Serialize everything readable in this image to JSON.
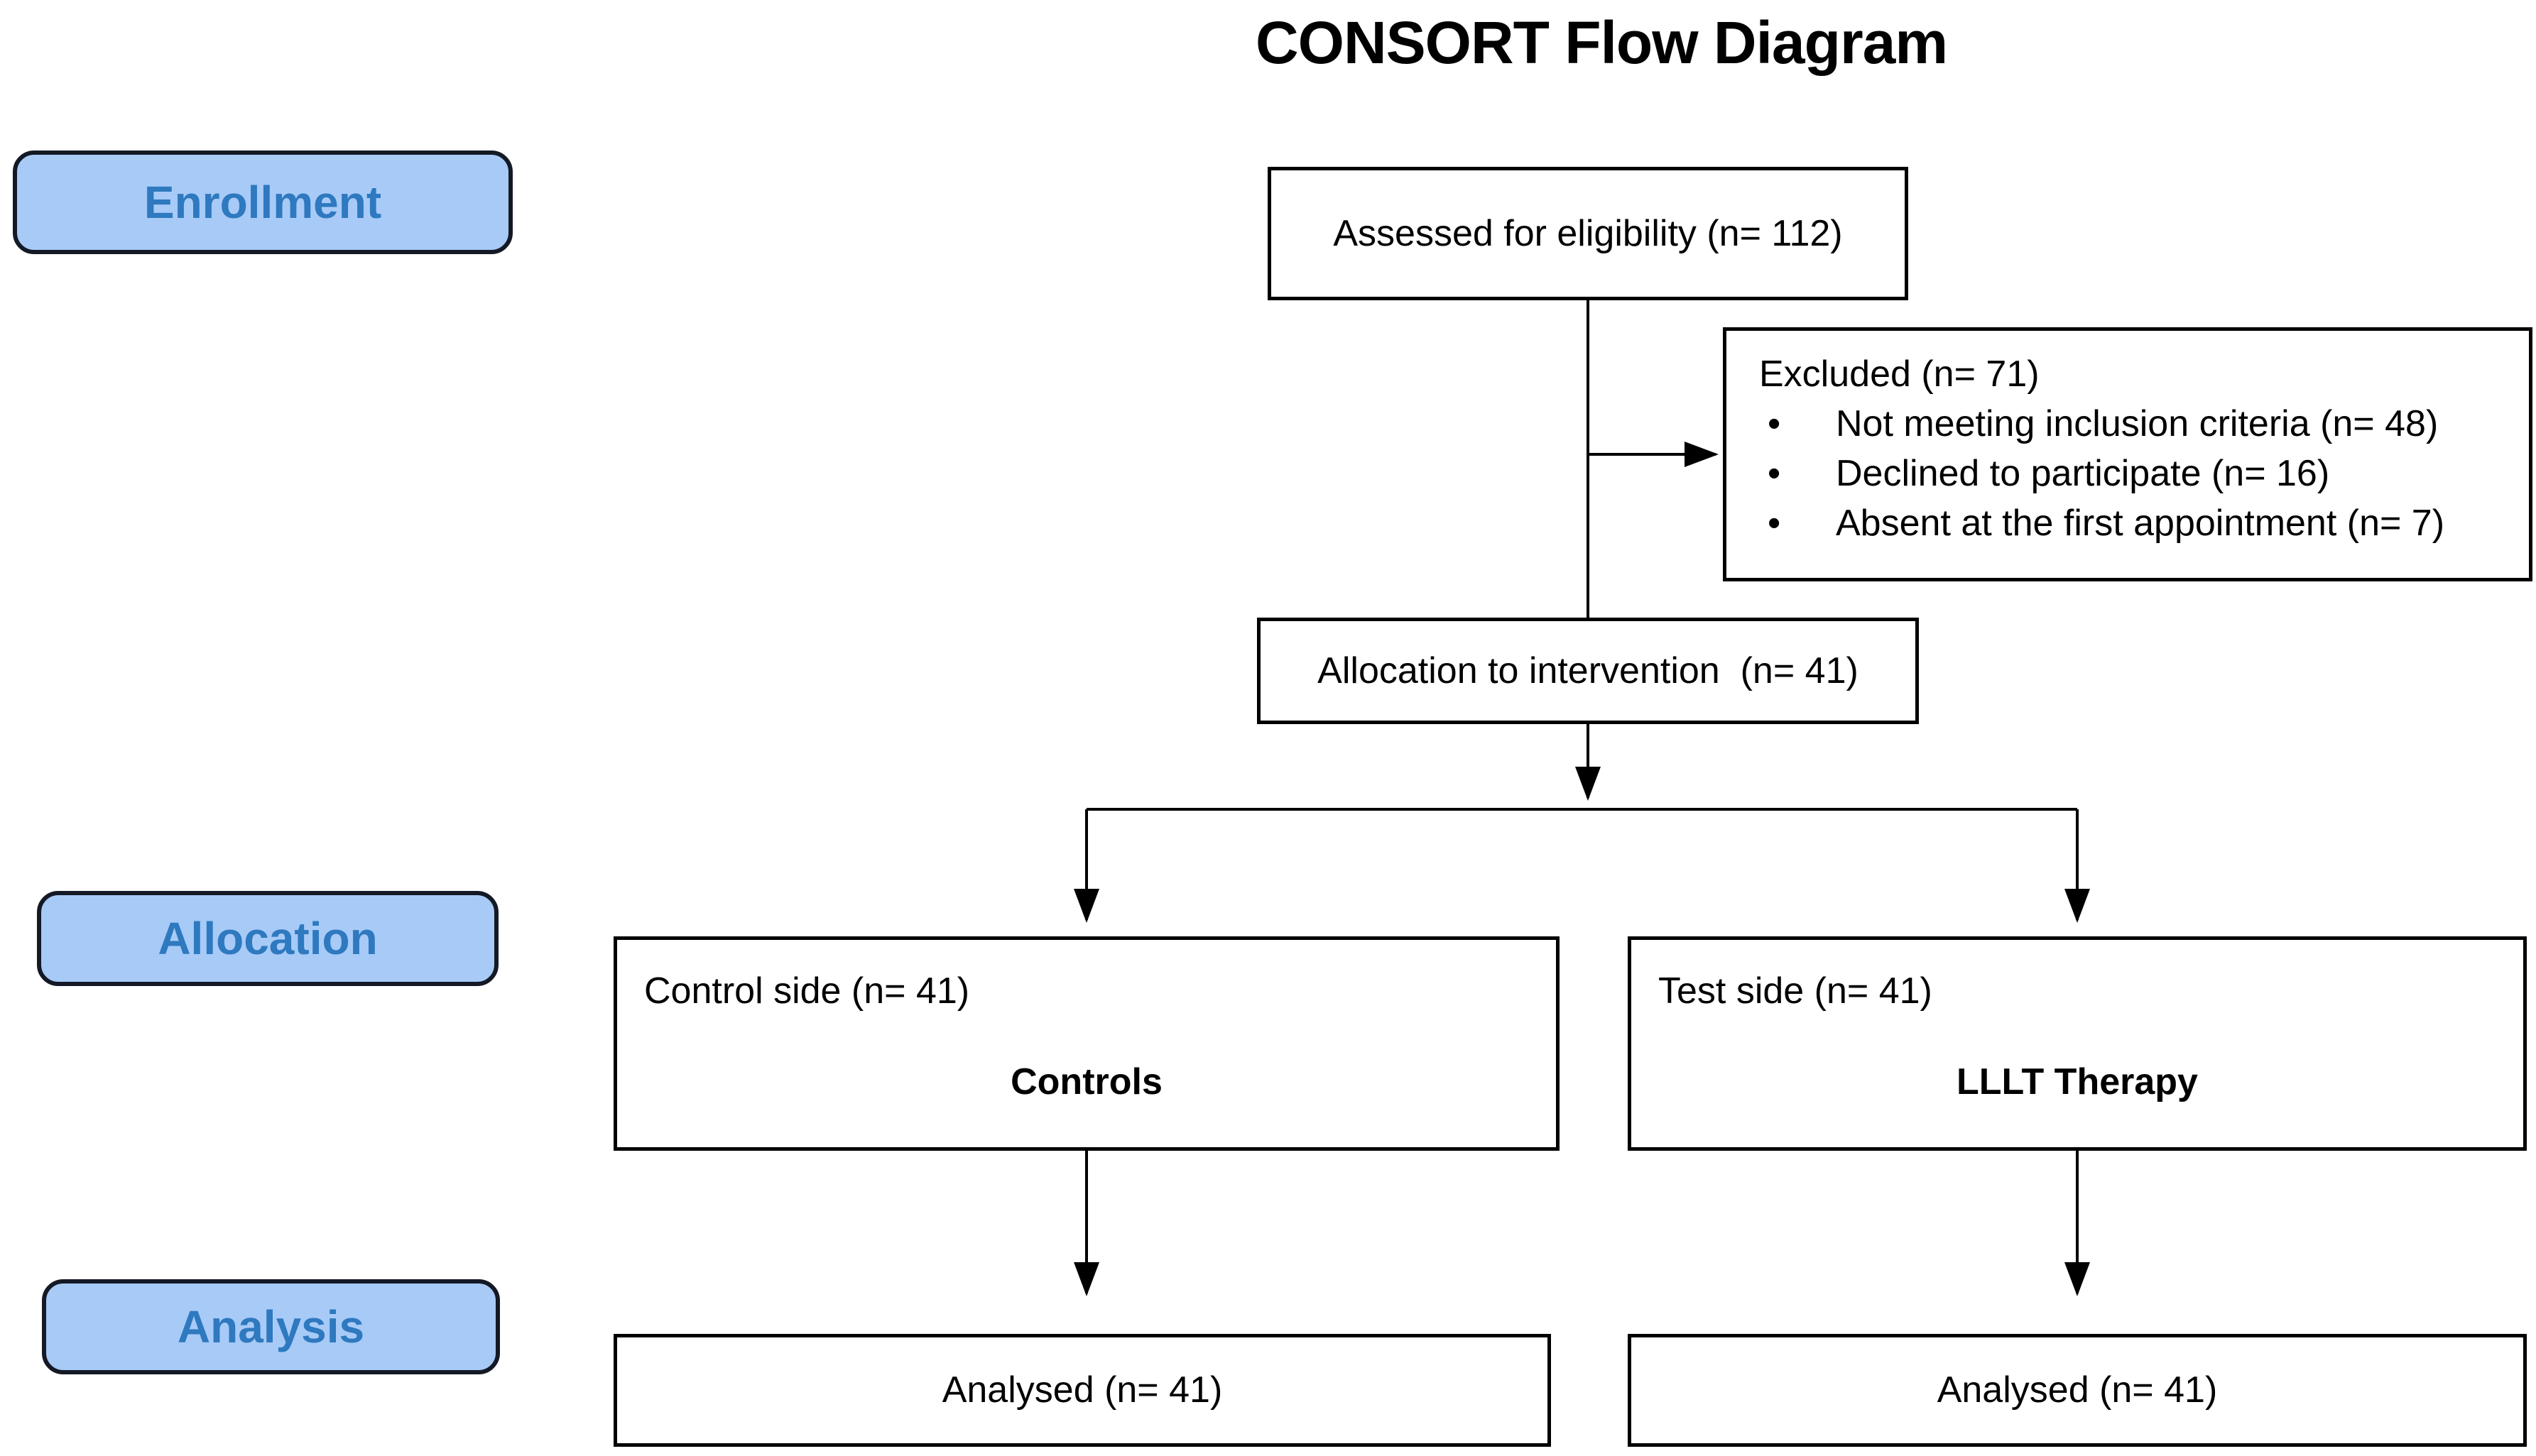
{
  "title": "CONSORT Flow Diagram",
  "stages": {
    "enrollment": "Enrollment",
    "allocation": "Allocation",
    "analysis": "Analysis"
  },
  "nodes": {
    "assessed": {
      "label": "Assessed for eligibility (n= 112)"
    },
    "excluded": {
      "title": "Excluded (n= 71)",
      "bullet": "•",
      "items": [
        "Not meeting inclusion criteria (n= 48)",
        "Declined to participate (n= 16)",
        "Absent at the first appointment (n= 7)"
      ]
    },
    "allocation_intervention": {
      "label": "Allocation to intervention  (n= 41)"
    },
    "control": {
      "title": "Control side (n= 41)",
      "name": "Controls"
    },
    "test": {
      "title": "Test side (n= 41)",
      "name": "LLLT Therapy"
    },
    "analysed_control": {
      "label": "Analysed (n= 41)"
    },
    "analysed_test": {
      "label": "Analysed (n= 41)"
    }
  },
  "colors": {
    "stage_fill": "#A7CAF7",
    "stage_border": "#141925",
    "stage_text": "#2E79BF",
    "node_border": "#000000",
    "connector": "#000000",
    "text": "#000000",
    "background": "#FFFFFF"
  }
}
